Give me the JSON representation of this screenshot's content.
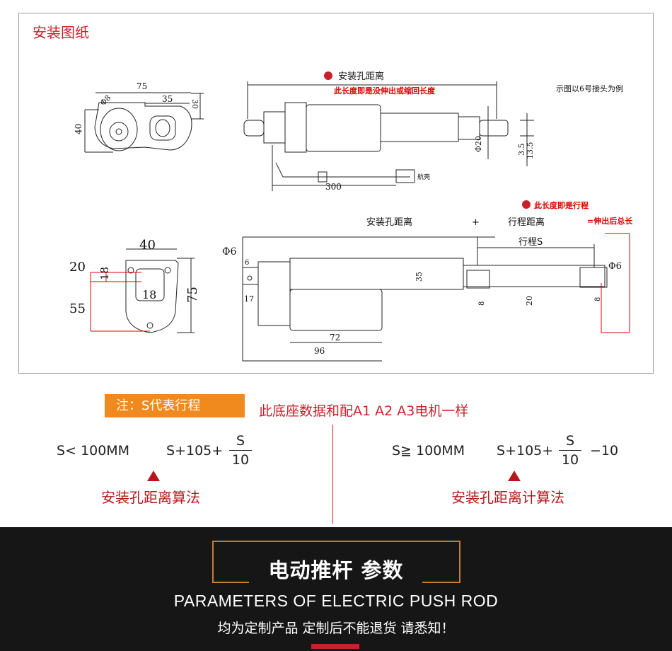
{
  "title": "安装图纸",
  "top_drawing": {
    "header": "安装孔距离",
    "note": "此长度即是没伸出或缩回长度",
    "example": "示图以6号接头为例",
    "dims": {
      "d75": "75",
      "d35": "35",
      "d30": "30",
      "d40": "40",
      "d8": "Φ8",
      "d300": "300",
      "d20": "Φ20",
      "d35b": "3.5",
      "d135": "13.5"
    },
    "plug": "航壳"
  },
  "bottom_drawing": {
    "stroke_note": "此长度即是行程",
    "formula_left": "安装孔距离",
    "plus": "+",
    "formula_mid": "行程距离",
    "formula_right": "=伸出后总长",
    "stroke_label": "行程S",
    "dims": {
      "d40": "40",
      "d20": "20",
      "d18a": "18",
      "d18b": "18",
      "d55": "55",
      "d75": "75",
      "phi6a": "Φ6",
      "d6": "6",
      "d17": "17",
      "d35": "35",
      "d72": "72",
      "d96": "96",
      "d8a": "8",
      "d20b": "20",
      "d8b": "8",
      "phi6b": "Φ6"
    }
  },
  "note_box": "注：S代表行程",
  "note_text": "此底座数据和配A1 A2 A3电机一样",
  "formulas": {
    "left": {
      "condition": "S<  100MM",
      "expr": "S+105+",
      "num": "S",
      "den": "10",
      "tail": "",
      "label": "安装孔距离算法"
    },
    "right": {
      "condition": "S≧ 100MM",
      "expr": "S+105+",
      "num": "S",
      "den": "10",
      "tail": "−10",
      "label": "安装孔距离计算法"
    }
  },
  "band": {
    "title": "电动推杆 参数",
    "subtitle_en": "PARAMETERS OF ELECTRIC PUSH ROD",
    "subtitle_cn": "均为定制产品 定制后不能退货 请悉知！"
  },
  "colors": {
    "accent_red": "#c8202a",
    "orange": "#f08a1e",
    "band_bg": "#161616"
  }
}
